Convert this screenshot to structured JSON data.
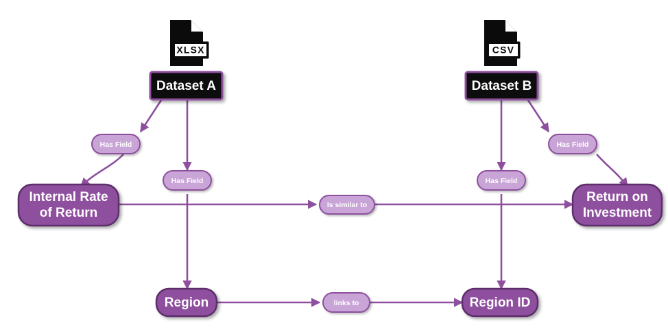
{
  "diagram": {
    "type": "entity-relationship-graph",
    "background_color": "#ffffff",
    "palette": {
      "node_fill": "#8e4f9e",
      "node_stroke": "#5c2d6a",
      "dataset_fill": "#0b0b0b",
      "dataset_stroke": "#8e4f9e",
      "label_fill": "#c9a4d6",
      "edge_stroke": "#8e4f9e",
      "text_color": "#ffffff"
    },
    "file_icons": [
      {
        "id": "file-xlsx",
        "extension": "XLSX"
      },
      {
        "id": "file-csv",
        "extension": "CSV"
      }
    ],
    "nodes": [
      {
        "id": "dataset-a",
        "label": "Dataset A",
        "kind": "dataset"
      },
      {
        "id": "dataset-b",
        "label": "Dataset B",
        "kind": "dataset"
      },
      {
        "id": "internal-rate-of-return",
        "label_line1": "Internal Rate",
        "label_line2": "of Return",
        "kind": "field"
      },
      {
        "id": "return-on-investment",
        "label_line1": "Return on",
        "label_line2": "Investment",
        "kind": "field"
      },
      {
        "id": "region",
        "label": "Region",
        "kind": "field"
      },
      {
        "id": "region-id",
        "label": "Region ID",
        "kind": "field"
      }
    ],
    "edge_labels": [
      {
        "id": "has-field-a-irr",
        "text": "Has Field"
      },
      {
        "id": "has-field-a-region",
        "text": "Has Field"
      },
      {
        "id": "has-field-b-roi",
        "text": "Has Field"
      },
      {
        "id": "has-field-b-regionid",
        "text": "Has Field"
      },
      {
        "id": "is-similar-to",
        "text": "Is similar to"
      },
      {
        "id": "links-to",
        "text": "links to"
      }
    ],
    "edges": [
      {
        "from": "dataset-a",
        "to": "internal-rate-of-return",
        "label": "Has Field"
      },
      {
        "from": "dataset-a",
        "to": "region",
        "label": "Has Field"
      },
      {
        "from": "dataset-b",
        "to": "return-on-investment",
        "label": "Has Field"
      },
      {
        "from": "dataset-b",
        "to": "region-id",
        "label": "Has Field"
      },
      {
        "from": "internal-rate-of-return",
        "to": "return-on-investment",
        "label": "Is similar to"
      },
      {
        "from": "region",
        "to": "region-id",
        "label": "links to"
      }
    ]
  }
}
